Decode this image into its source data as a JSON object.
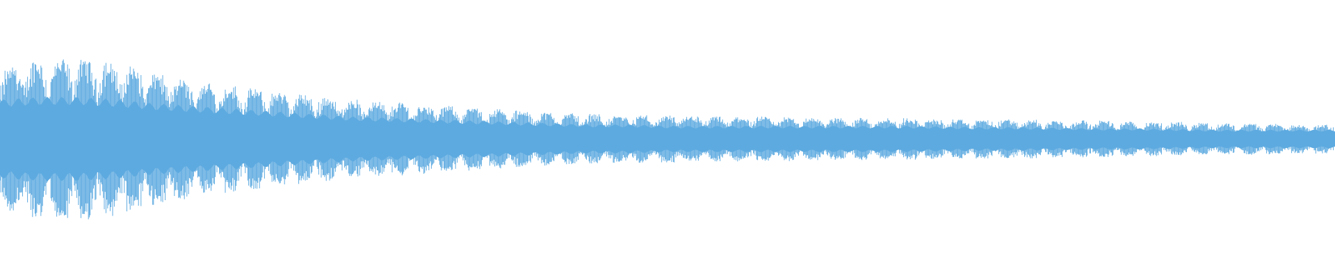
{
  "waveform": {
    "color": "#5DAAE0",
    "background": "#FFFFFF",
    "amplitude_envelope": [
      0.55,
      0.6,
      0.62,
      0.58,
      0.5,
      0.44,
      0.4,
      0.36,
      0.33,
      0.3,
      0.28,
      0.26,
      0.24,
      0.22,
      0.2,
      0.19,
      0.18,
      0.18,
      0.17,
      0.17,
      0.17,
      0.16,
      0.16,
      0.16,
      0.15,
      0.15,
      0.15,
      0.14,
      0.14,
      0.13,
      0.13,
      0.12,
      0.12,
      0.11,
      0.11
    ],
    "core_envelope": [
      0.3,
      0.32,
      0.32,
      0.3,
      0.27,
      0.25,
      0.23,
      0.21,
      0.19,
      0.17,
      0.16,
      0.15,
      0.14,
      0.13,
      0.12,
      0.11,
      0.11,
      0.1,
      0.1,
      0.1,
      0.1,
      0.1,
      0.1,
      0.1,
      0.095,
      0.09,
      0.09,
      0.085,
      0.08,
      0.08,
      0.075,
      0.07,
      0.07,
      0.07,
      0.07
    ]
  }
}
